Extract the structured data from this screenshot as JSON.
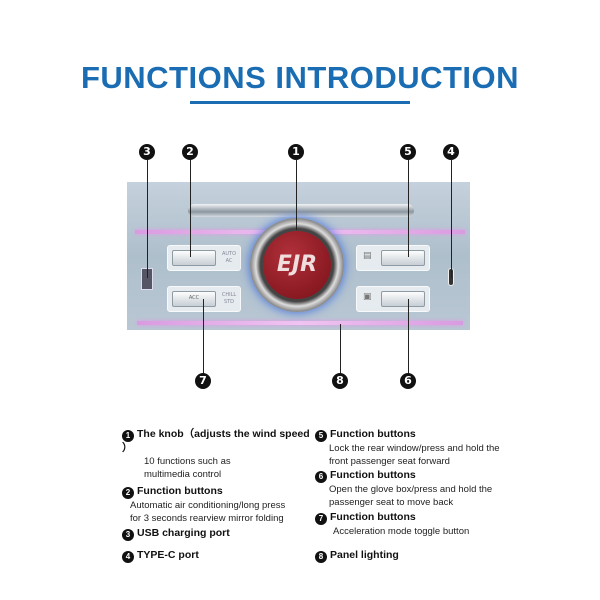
{
  "title": "FUNCTIONS INTRODUCTION",
  "panel": {
    "knob_logo": "EJR",
    "left_buttons": [
      {
        "label": "",
        "side_label": [
          "AUTO",
          "AC"
        ]
      },
      {
        "label": "ACC",
        "side_label": [
          "CHILL",
          "STD"
        ]
      }
    ]
  },
  "markers": [
    "1",
    "2",
    "3",
    "4",
    "5",
    "6",
    "7",
    "8"
  ],
  "items": [
    {
      "n": "1",
      "title": "The knob（adjusts the wind speed ）",
      "body": [
        "10 functions such as",
        "multimedia control"
      ]
    },
    {
      "n": "2",
      "title": "Function buttons",
      "body": [
        "Automatic air conditioning/long press",
        "for 3 seconds rearview mirror folding"
      ]
    },
    {
      "n": "3",
      "title": "USB charging port",
      "body": []
    },
    {
      "n": "4",
      "title": "TYPE-C port",
      "body": []
    },
    {
      "n": "5",
      "title": "Function buttons",
      "body": [
        "Lock the rear window/press and hold the",
        "front passenger seat forward"
      ]
    },
    {
      "n": "6",
      "title": "Function buttons",
      "body": [
        "Open the glove box/press and hold the",
        "passenger seat to move back"
      ]
    },
    {
      "n": "7",
      "title": "Function buttons",
      "body": [
        "Acceleration mode toggle button"
      ]
    },
    {
      "n": "8",
      "title": "Panel lighting",
      "body": []
    }
  ]
}
